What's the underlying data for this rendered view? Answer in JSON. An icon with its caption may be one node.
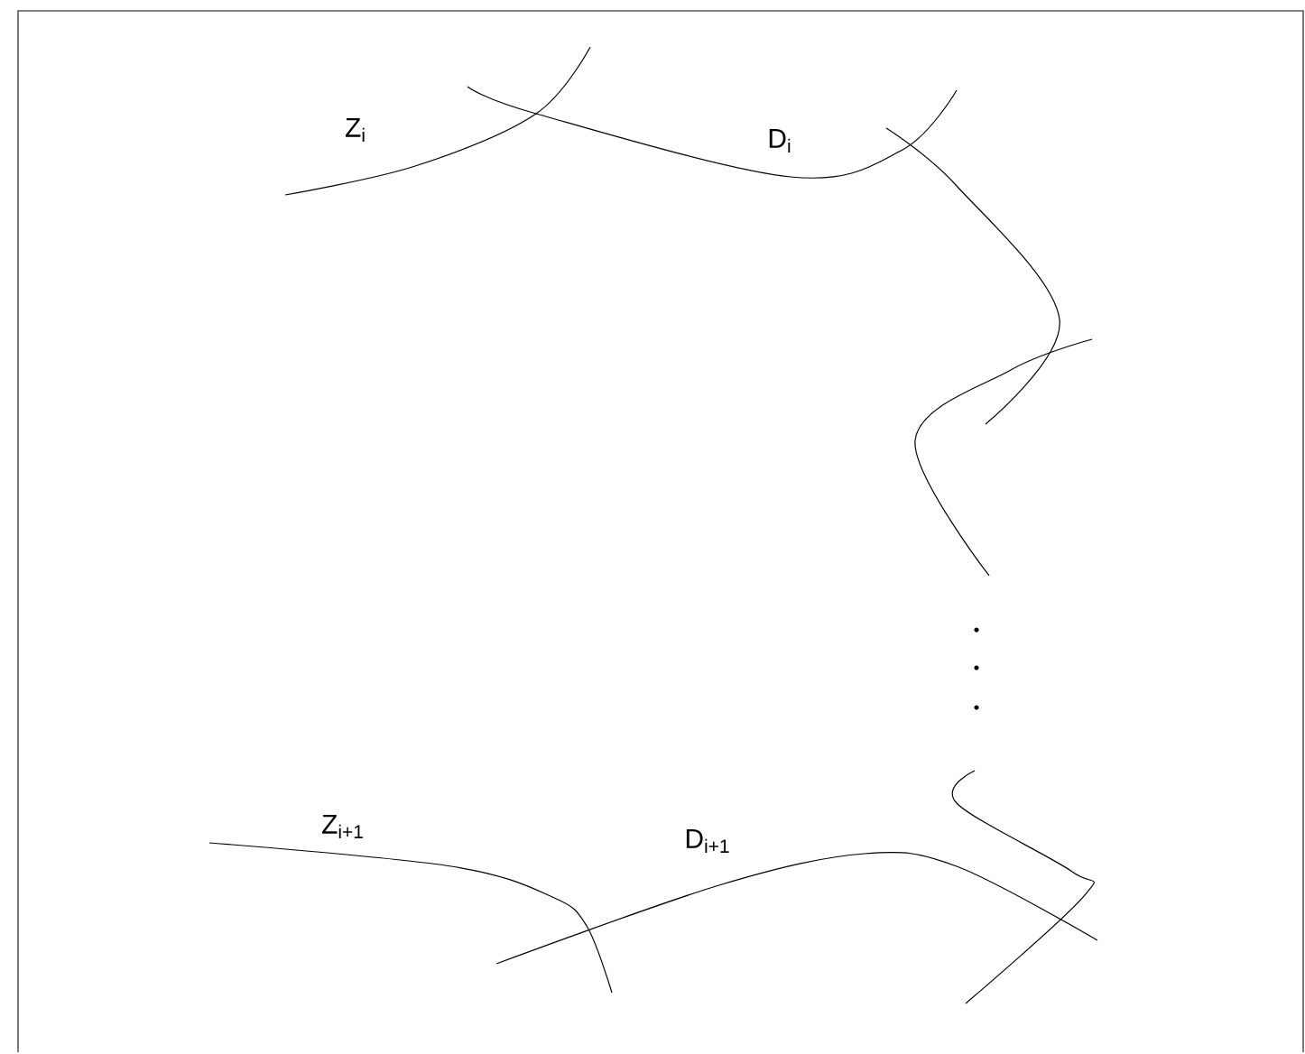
{
  "diagram": {
    "labels": [
      "Z$_{i}$",
      "D$_{i}$",
      "Z$_{i+1}$",
      "D$_{i+1}$"
    ]
  }
}
